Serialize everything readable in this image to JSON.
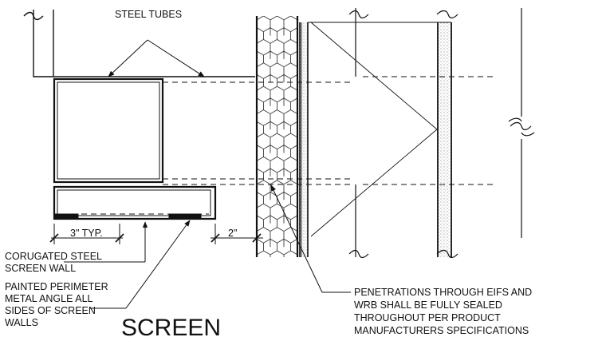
{
  "labels": {
    "steel_tubes": "STEEL TUBES",
    "three_typ": "3\" TYP.",
    "two_inch": "2\"",
    "corrugated": [
      "CORUGATED STEEL",
      "SCREEN WALL"
    ],
    "angle": [
      "PAINTED PERIMETER",
      "METAL ANGLE ALL",
      "SIDES OF SCREEN",
      "WALLS"
    ],
    "penetrations": [
      "PENETRATIONS THROUGH EIFS AND",
      "WRB SHALL BE FULLY SEALED",
      "THROUGHOUT PER PRODUCT",
      "MANUFACTURERS SPECIFICATIONS"
    ]
  },
  "title": "SCREEN",
  "colors": {
    "ink": "#111111",
    "background": "#ffffff"
  }
}
